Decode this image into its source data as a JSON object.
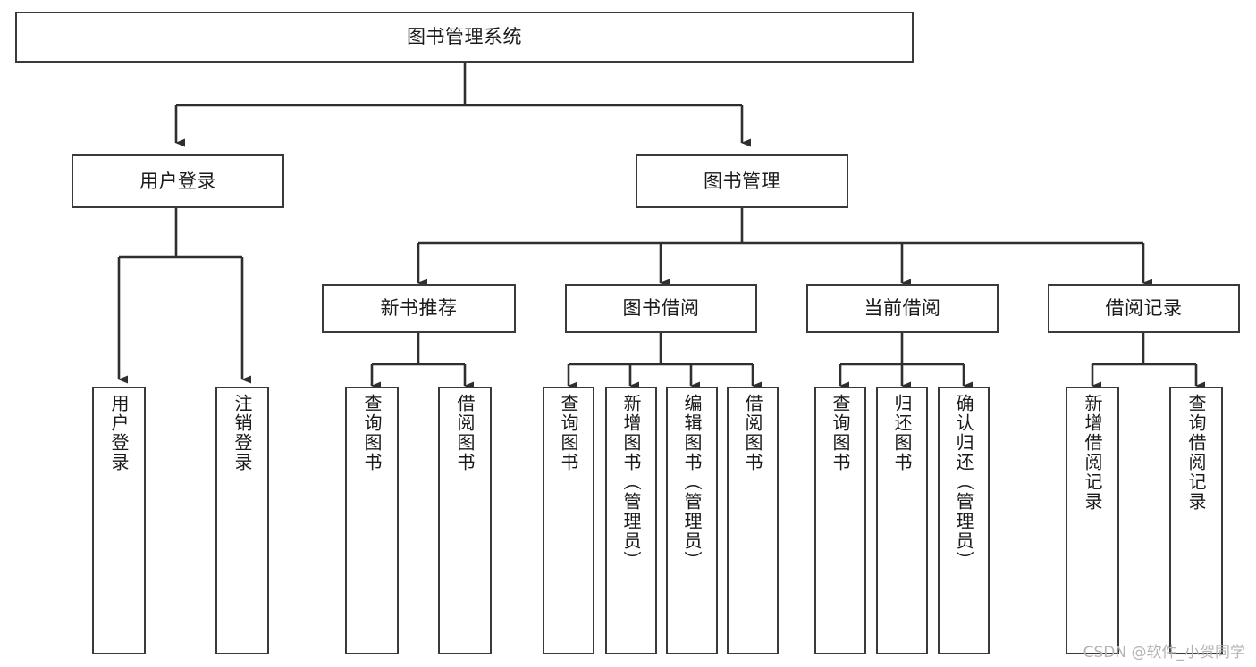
{
  "diagram": {
    "type": "tree-hierarchy",
    "title": "图书管理系统",
    "watermark": "CSDN @软件_小贺同学",
    "colors": {
      "background": "#ffffff",
      "border": "#3a3a3a",
      "text": "#1a1a1a",
      "connector": "#2f2f2f",
      "watermark": "#b4b4b4"
    },
    "nodes": {
      "root": {
        "label": "图书管理系统"
      },
      "level2": [
        {
          "label": "用户登录"
        },
        {
          "label": "图书管理"
        }
      ],
      "level3": [
        {
          "label": "新书推荐"
        },
        {
          "label": "图书借阅"
        },
        {
          "label": "当前借阅"
        },
        {
          "label": "借阅记录"
        }
      ],
      "leaves": {
        "user_login": [
          {
            "label": "用户登录"
          },
          {
            "label": "注销登录"
          }
        ],
        "new_book": [
          {
            "label": "查询图书"
          },
          {
            "label": "借阅图书"
          }
        ],
        "book_borrow": [
          {
            "label": "查询图书"
          },
          {
            "label": "新增图书（管理员）"
          },
          {
            "label": "编辑图书（管理员）"
          },
          {
            "label": "借阅图书"
          }
        ],
        "current_borrow": [
          {
            "label": "查询图书"
          },
          {
            "label": "归还图书"
          },
          {
            "label": "确认归还（管理员）"
          }
        ],
        "borrow_record": [
          {
            "label": "新增借阅记录"
          },
          {
            "label": "查询借阅记录"
          }
        ]
      }
    }
  }
}
